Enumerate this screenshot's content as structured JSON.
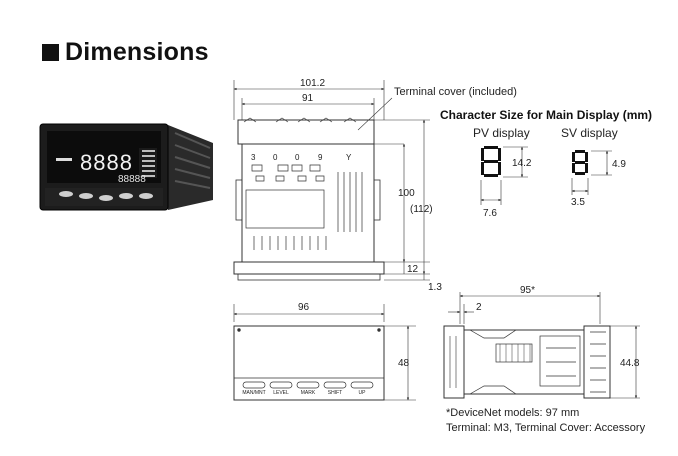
{
  "section": {
    "title": "Dimensions"
  },
  "front_panel": {
    "pv_digits": "8888",
    "sv_digits": "88888",
    "keys": [
      "",
      "",
      "",
      "",
      ""
    ]
  },
  "top_view": {
    "callout": "Terminal cover (included)",
    "dims": {
      "overall_width": "101.2",
      "body_width": "91",
      "height": "100",
      "height_total": "(112)",
      "cover": "12",
      "bezel": "1.3"
    }
  },
  "bottom_view": {
    "dims": {
      "width": "96",
      "height": "48"
    },
    "keys": [
      "MAN/MNT",
      "LEVEL",
      "MARK",
      "SHIFT",
      "UP"
    ]
  },
  "char_size": {
    "title": "Character Size for Main Display (mm)",
    "pv": {
      "label": "PV display",
      "height": "14.2",
      "width": "7.6"
    },
    "sv": {
      "label": "SV display",
      "height": "4.9",
      "width": "3.5"
    }
  },
  "side_view": {
    "dims": {
      "depth": "95*",
      "front": "2",
      "height": "44.8"
    }
  },
  "notes": [
    "*DeviceNet models: 97 mm",
    "Terminal: M3, Terminal Cover: Accessory"
  ]
}
